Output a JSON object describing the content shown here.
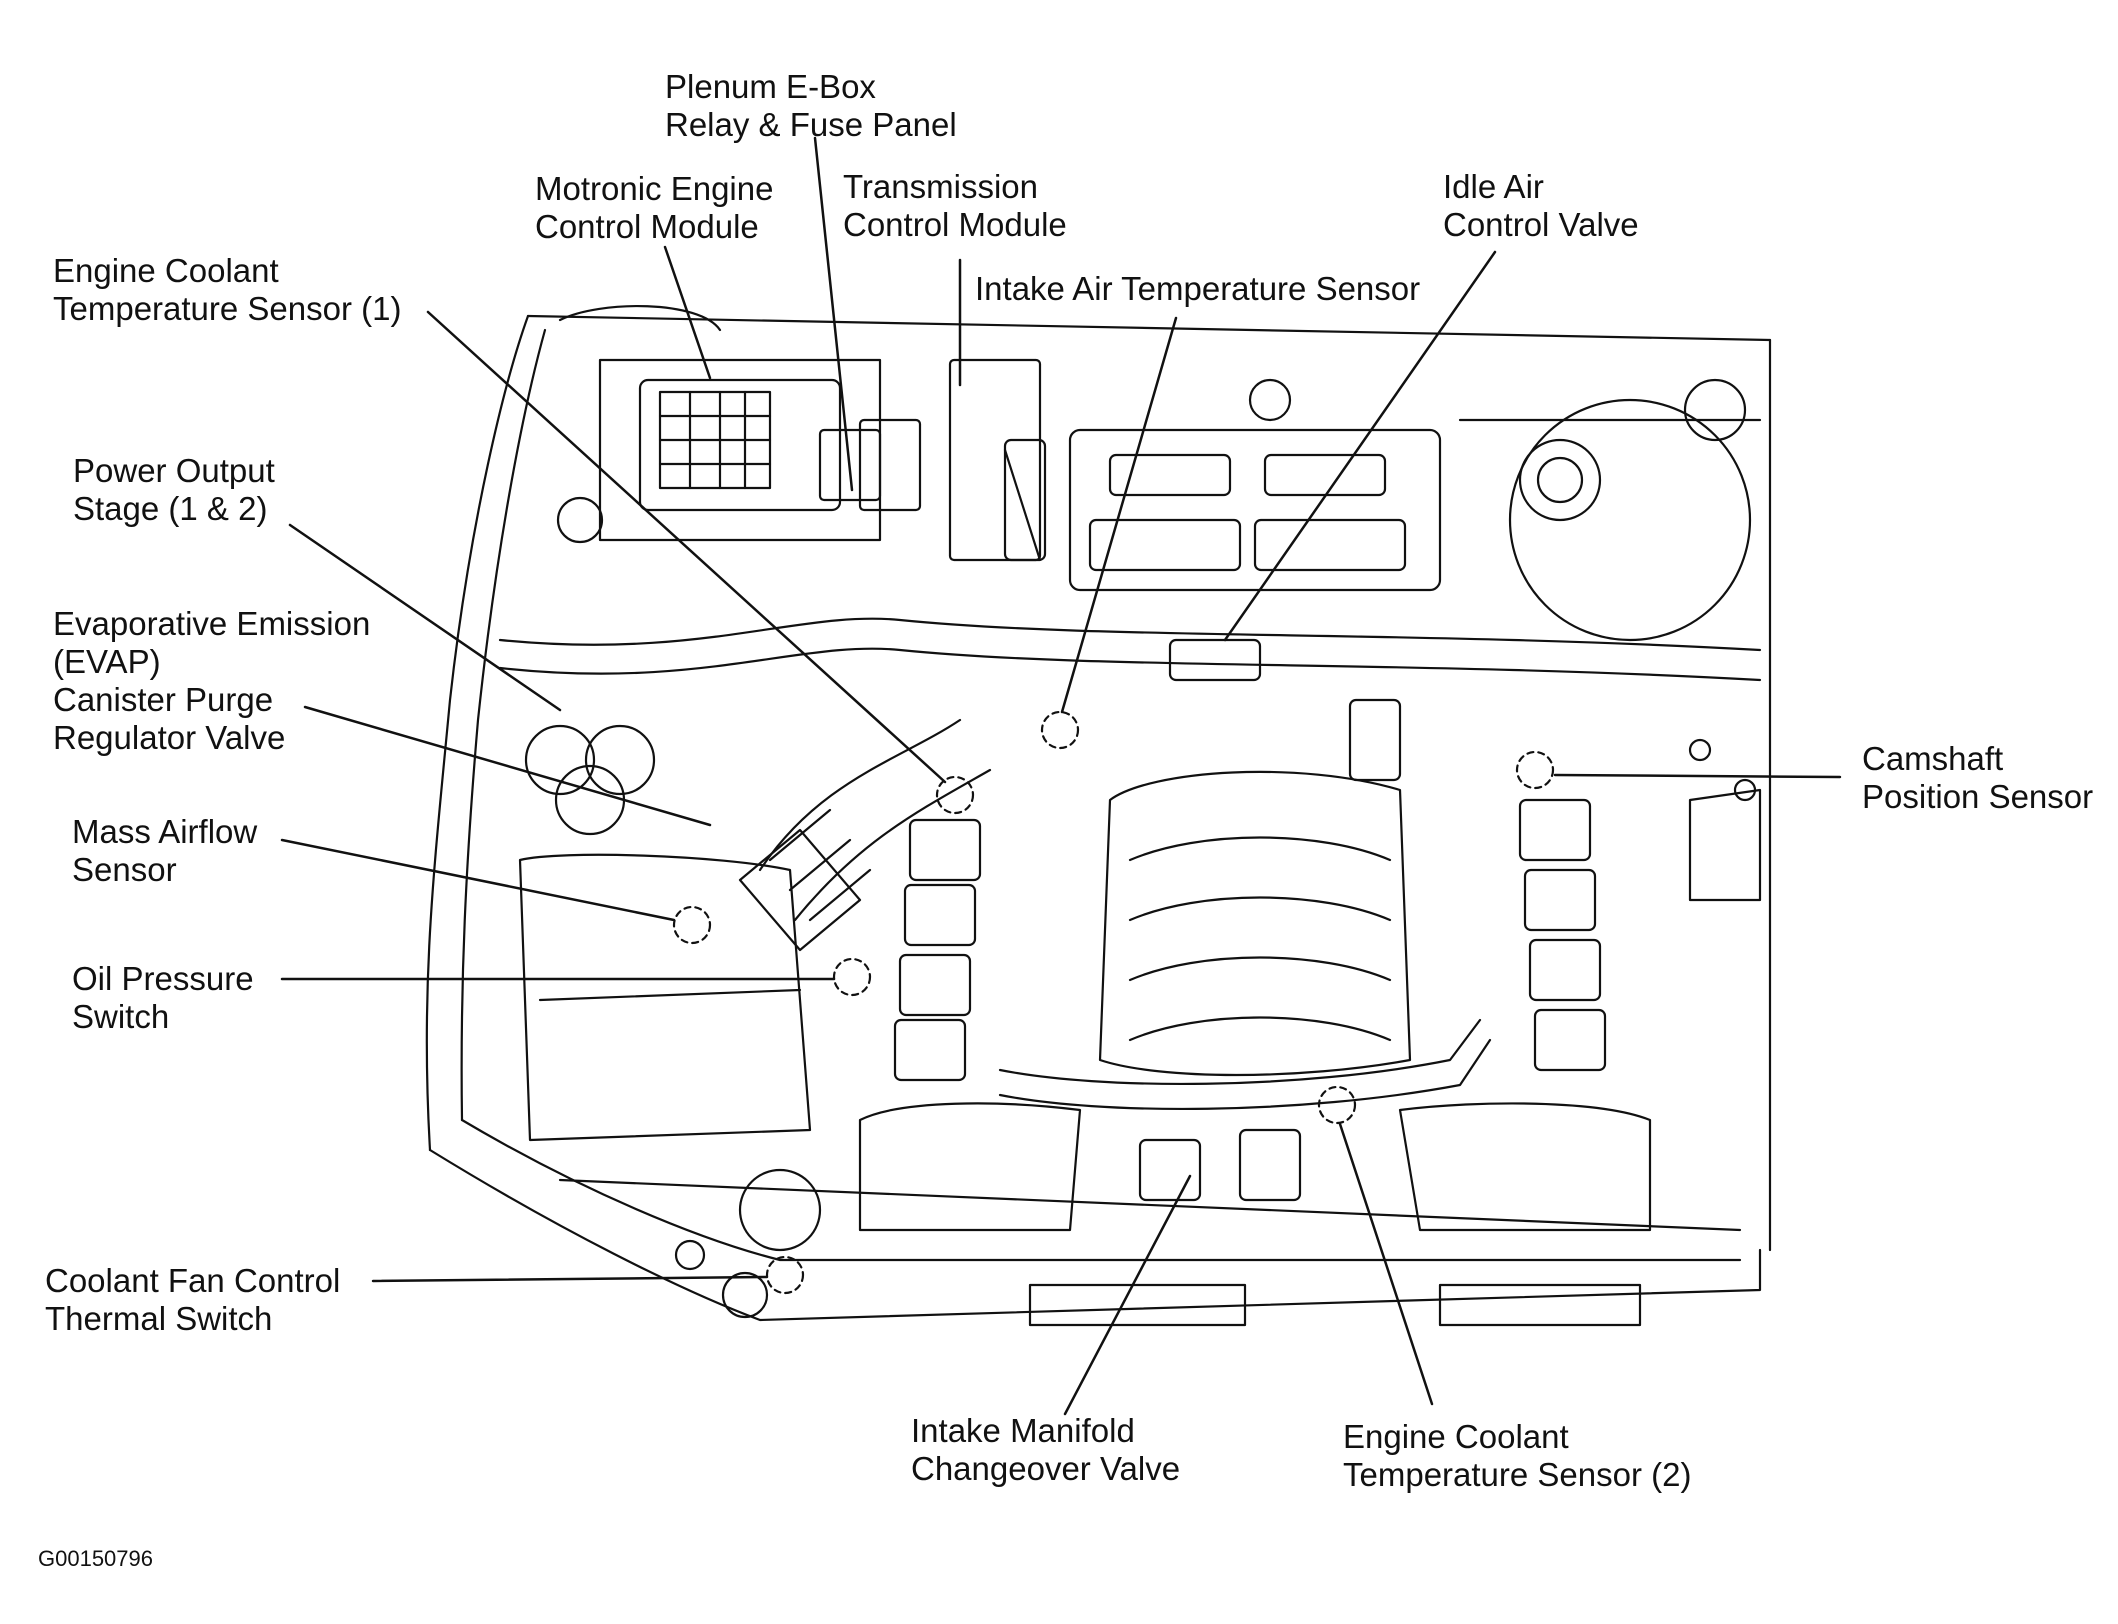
{
  "figure_id": "G00150796",
  "labels": {
    "plenum_ebox": "Plenum E-Box\nRelay & Fuse Panel",
    "motronic_ecm": "Motronic Engine\nControl Module",
    "tcm": "Transmission\nControl Module",
    "idle_air": "Idle Air\nControl Valve",
    "ect1": "Engine Coolant\nTemperature Sensor (1)",
    "iat": "Intake Air Temperature Sensor",
    "power_output": "Power Output\nStage (1 & 2)",
    "evap": "Evaporative Emission\n(EVAP)\nCanister Purge\nRegulator Valve",
    "camshaft": "Camshaft\nPosition Sensor",
    "maf": "Mass Airflow\nSensor",
    "oil_pressure": "Oil Pressure\nSwitch",
    "coolant_fan": "Coolant Fan Control\nThermal Switch",
    "intake_manifold": "Intake Manifold\nChangeover Valve",
    "ect2": "Engine Coolant\nTemperature Sensor (2)"
  }
}
